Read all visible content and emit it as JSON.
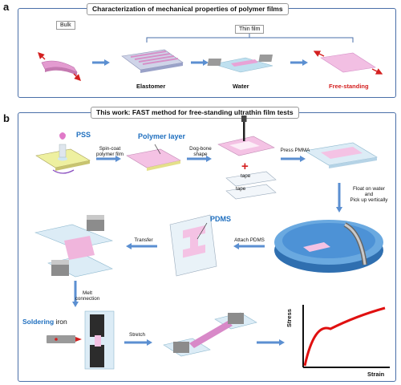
{
  "panel_a": {
    "letter": "a",
    "title": "Characterization of mechanical properties of polymer films",
    "bulk_label": "Bulk",
    "thin_film_label": "Thin film",
    "elastomer_label": "Elastomer",
    "water_label": "Water",
    "free_standing_label": "Free-standing"
  },
  "panel_b": {
    "letter": "b",
    "title": "This work: FAST method for free-standing ultrathin film tests",
    "pss_label": "PSS",
    "polymer_layer_label": "Polymer layer",
    "spin_coat_label_1": "Spin-coat",
    "spin_coat_label_2": "polymer film",
    "dogbone_label_1": "Dog-bone",
    "dogbone_label_2": "shape",
    "plus_sign": "+",
    "tape_label_1": "tape",
    "tape_label_2": "tape",
    "press_pmma_label": "Press PMMA",
    "float_label_1": "Float on water",
    "float_label_2": "and",
    "float_label_3": "Pick up vertically",
    "pdms_label": "PDMS",
    "attach_pdms_label": "Attach PDMS",
    "transfer_label": "Transfer",
    "melt_label_1": "Melt",
    "melt_label_2": "connection",
    "soldering_label_1": "Soldering",
    "soldering_label_2": "iron",
    "stretch_label": "Stretch",
    "stress_label": "Stress",
    "strain_label": "Strain"
  },
  "colors": {
    "frame": "#4a6fa8",
    "arrow": "#5b8fd1",
    "film_pink": "#e8a3d6",
    "glass": "#cfe6f2",
    "red_text": "#d42020",
    "blue_text": "#1f6fbf",
    "curve": "#e01010"
  }
}
